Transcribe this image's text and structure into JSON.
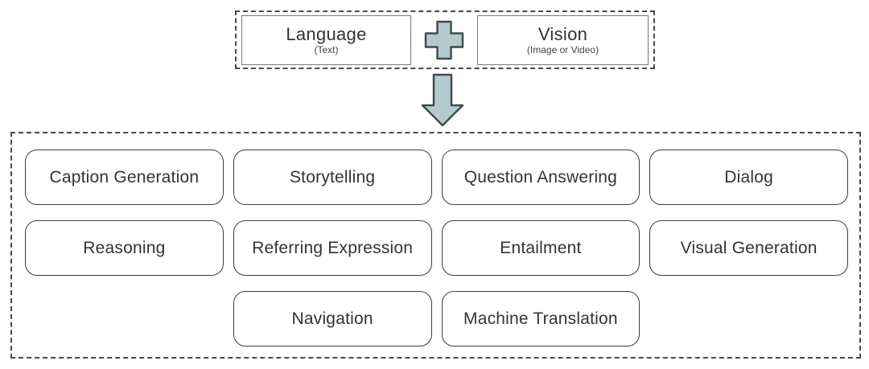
{
  "diagram": {
    "inputs": {
      "language": {
        "title": "Language",
        "subtitle": "(Text)"
      },
      "vision": {
        "title": "Vision",
        "subtitle": "(Image or Video)"
      },
      "plus_icon": "plus",
      "arrow_icon": "down-arrow"
    },
    "tasks": [
      {
        "label": "Caption Generation"
      },
      {
        "label": "Storytelling"
      },
      {
        "label": "Question Answering"
      },
      {
        "label": "Dialog"
      },
      {
        "label": "Reasoning"
      },
      {
        "label": "Referring Expression"
      },
      {
        "label": "Entailment"
      },
      {
        "label": "Visual Generation"
      },
      {
        "label": "Navigation"
      },
      {
        "label": "Machine Translation"
      }
    ]
  },
  "colors": {
    "background": "#ffffff",
    "shape_fill": "#b5cace",
    "shape_stroke": "#3d4a4c",
    "box_border": "#777777",
    "task_border": "#3e3e3e",
    "dashed_border": "#4a4a4a",
    "text": "#333333",
    "subtext": "#444444"
  }
}
